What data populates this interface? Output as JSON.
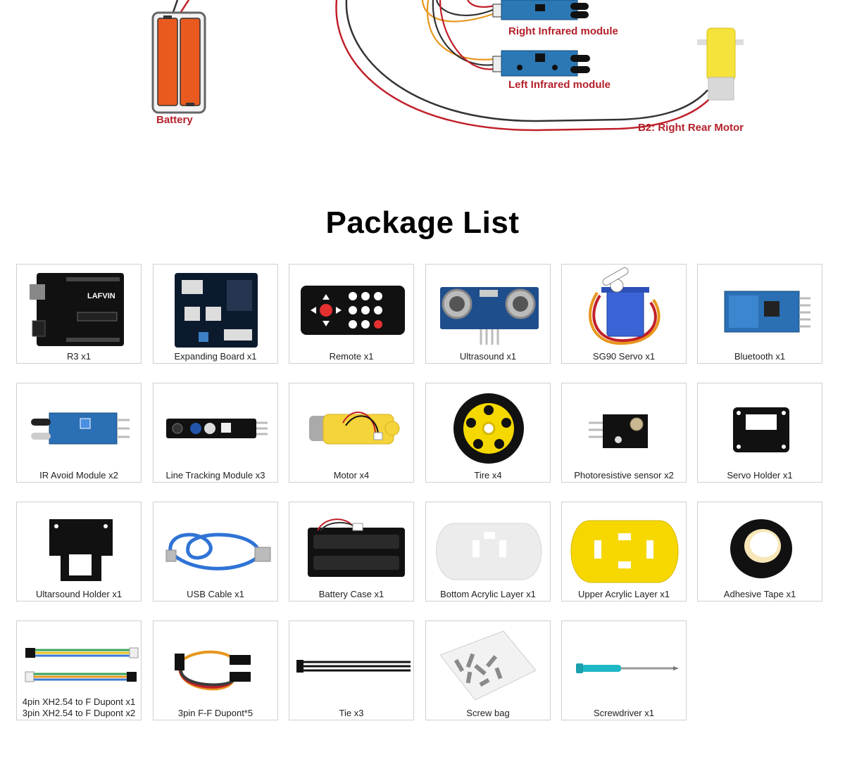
{
  "wiring": {
    "battery_label": "Battery",
    "right_ir_label": "Right Infrared module",
    "left_ir_label": "Left Infrared module",
    "motor_label": "B2: Right Rear Motor",
    "colors": {
      "label": "#b3202a",
      "wire_red": "#c0202a",
      "wire_black": "#333333",
      "wire_orange": "#e8961e",
      "battery": "#e85a20",
      "motor": "#f5e23a",
      "module": "#2b78b5"
    }
  },
  "package_list": {
    "title": "Package List",
    "items": [
      {
        "label": "R3 x1",
        "icon": "r3-board-icon"
      },
      {
        "label": "Expanding Board x1",
        "icon": "expanding-board-icon"
      },
      {
        "label": "Remote x1",
        "icon": "remote-icon"
      },
      {
        "label": "Ultrasound x1",
        "icon": "ultrasound-icon"
      },
      {
        "label": "SG90 Servo x1",
        "icon": "servo-icon"
      },
      {
        "label": "Bluetooth x1",
        "icon": "bluetooth-module-icon"
      },
      {
        "label": "IR Avoid Module x2",
        "icon": "ir-avoid-module-icon"
      },
      {
        "label": "Line Tracking Module x3",
        "icon": "line-tracking-module-icon"
      },
      {
        "label": "Motor x4",
        "icon": "motor-icon"
      },
      {
        "label": "Tire x4",
        "icon": "tire-icon"
      },
      {
        "label": "Photoresistive sensor x2",
        "icon": "photoresistor-icon"
      },
      {
        "label": "Servo Holder x1",
        "icon": "servo-holder-icon"
      },
      {
        "label": "Ultarsound Holder x1",
        "icon": "ultrasound-holder-icon"
      },
      {
        "label": "USB Cable x1",
        "icon": "usb-cable-icon"
      },
      {
        "label": "Battery Case x1",
        "icon": "battery-case-icon"
      },
      {
        "label": "Bottom Acrylic Layer x1",
        "icon": "bottom-acrylic-icon"
      },
      {
        "label": "Upper Acrylic Layer x1",
        "icon": "upper-acrylic-icon"
      },
      {
        "label": "Adhesive Tape x1",
        "icon": "tape-icon"
      },
      {
        "label": "4pin XH2.54 to F Dupont x1",
        "label2": "3pin XH2.54 to F Dupont x2",
        "icon": "xh-cable-icon"
      },
      {
        "label": "3pin F-F Dupont*5",
        "icon": "dupont-cable-icon"
      },
      {
        "label": "Tie x3",
        "icon": "cable-tie-icon"
      },
      {
        "label": "Screw bag",
        "icon": "screw-bag-icon"
      },
      {
        "label": "Screwdriver x1",
        "icon": "screwdriver-icon"
      }
    ]
  }
}
